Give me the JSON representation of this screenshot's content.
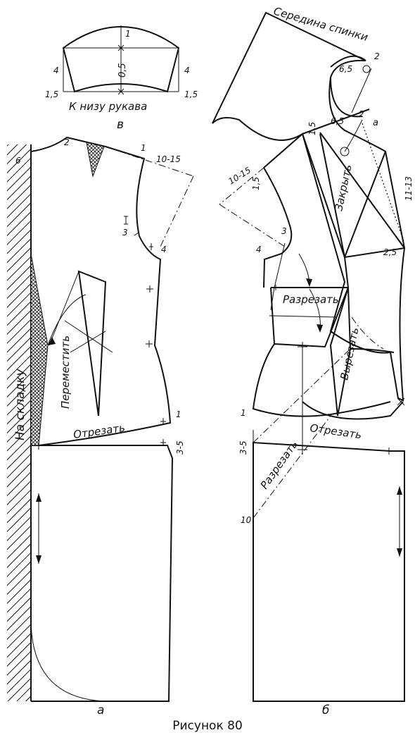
{
  "labels": {
    "sleeve_bottom": "К низу рукава",
    "fold": "На складку",
    "move": "Переместить",
    "cut_off_a": "Отрезать",
    "back_center": "Середина спинки",
    "close": "Закрыть",
    "cut_upper": "Разрезать",
    "cut_out": "Вырезать",
    "cut_off_b": "Отрезать",
    "cut_lower": "Разрезать"
  },
  "panel_labels": {
    "a": "а",
    "b": "б",
    "c": "в"
  },
  "dims": {
    "c_top": "1",
    "c_mid": "0,5",
    "c_side_l": "4",
    "c_side_r": "4",
    "c_bot_l": "1,5",
    "c_bot_r": "1,5",
    "a_6": "6",
    "a_2": "2",
    "a_1": "1",
    "a_10_15": "10-15",
    "a_3": "3",
    "a_4": "4",
    "a_1_hem": "1",
    "a_3_5": "3-5",
    "b_2": "2",
    "b_6_5_top": "6,5",
    "b_6_5_mid": "6,5",
    "b_2_mid": "2",
    "b_a": "a",
    "b_1_5": "1,5",
    "b_10_15": "10-15",
    "b_1_5_rot": "1,5",
    "b_11_13": "11-13",
    "b_3": "3",
    "b_4": "4",
    "b_2_5": "2,5",
    "b_1": "1",
    "b_3_5": "3-5",
    "b_10": "10"
  },
  "caption": "Рисунок 80"
}
